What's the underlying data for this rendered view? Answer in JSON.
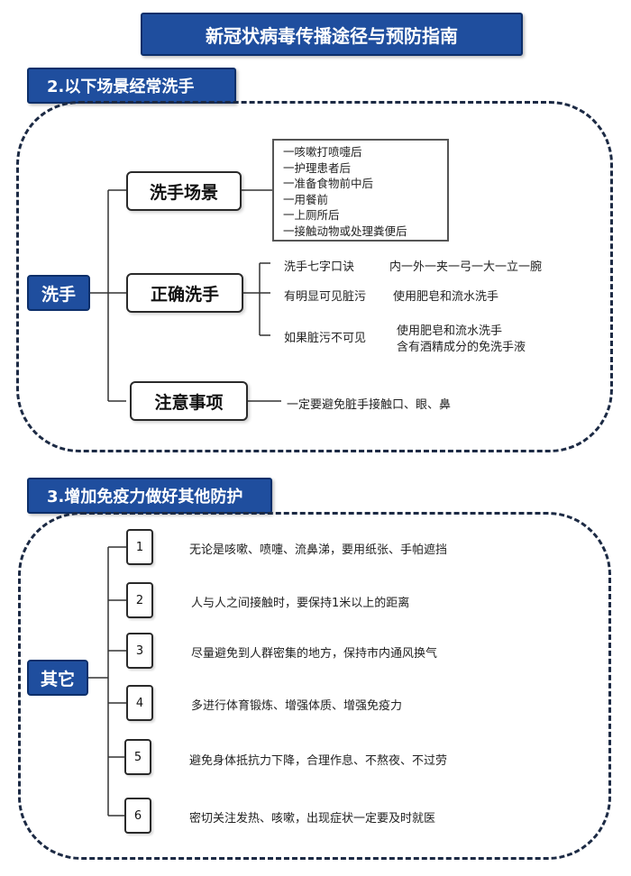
{
  "title": "新冠状病毒传播途径与预防指南",
  "section2": {
    "label": "2.以下场景经常洗手",
    "root": "洗手",
    "scene": {
      "label": "洗手场景",
      "items": [
        "一咳嗽打喷嚏后",
        "一护理患者后",
        "一准备食物前中后",
        "一用餐前",
        "一上厕所后",
        "一接触动物或处理粪便后"
      ]
    },
    "correct": {
      "label": "正确洗手",
      "rows": [
        {
          "left": "洗手七字口诀",
          "right": "内一外一夹一弓一大一立一腕"
        },
        {
          "left": "有明显可见脏污",
          "right": "使用肥皂和流水洗手"
        },
        {
          "left": "如果脏污不可见",
          "right": "使用肥皂和流水洗手",
          "right2": "含有酒精成分的免洗手液"
        }
      ]
    },
    "notes": {
      "label": "注意事项",
      "text": "一定要避免脏手接触口、眼、鼻"
    }
  },
  "section3": {
    "label": "3.增加免疫力做好其他防护",
    "root": "其它",
    "items": [
      {
        "num": "1",
        "text": "无论是咳嗽、喷嚏、流鼻涕，要用纸张、手帕遮挡"
      },
      {
        "num": "2",
        "text": "人与人之间接触时，要保持1米以上的距离"
      },
      {
        "num": "3",
        "text": "尽量避免到人群密集的地方，保持市内通风换气"
      },
      {
        "num": "4",
        "text": "多进行体育锻炼、增强体质、增强免疫力"
      },
      {
        "num": "5",
        "text": "避免身体抵抗力下降，合理作息、不熬夜、不过劳"
      },
      {
        "num": "6",
        "text": "密切关注发热、咳嗽，出现症状一定要及时就医"
      }
    ]
  }
}
